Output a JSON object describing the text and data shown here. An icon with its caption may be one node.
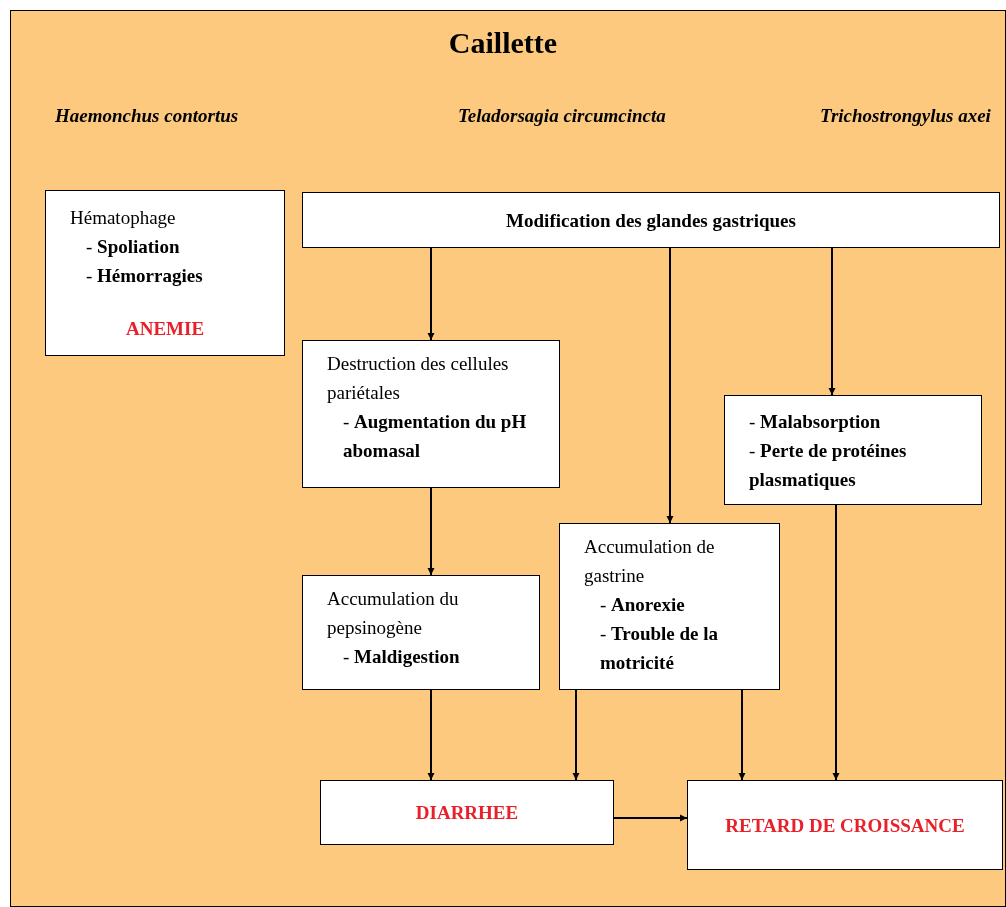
{
  "diagram": {
    "title": "Caillette",
    "nodes": [
      {
        "text": [
          "Hématophage",
          "- **Spoliation**",
          "- **Hémorragies**",
          "ANEMIE"
        ]
      },
      {
        "text": [
          "Modification des glandes gastriques"
        ]
      },
      {
        "text": [
          "Destruction des cellules pariétales",
          "- **Augmentation du pH abomasal**"
        ]
      },
      {
        "text": [
          "- **Malabsorption**",
          "- **Perte de protéines plasmatiques**"
        ]
      },
      {
        "text": [
          "Accumulation de gastrine",
          "- **Anorexie**",
          "- **Trouble de la motricité**"
        ]
      },
      {
        "text": [
          "Accumulation du pepsinogène",
          "- **Maldigestion**"
        ]
      },
      {
        "text": [
          "DIARRHEE"
        ]
      },
      {
        "text": [
          "RETARD DE CROISSANCE"
        ]
      }
    ],
    "edges": [
      {
        "from": 1,
        "to": 2,
        "arrow": "to"
      },
      {
        "from": 1,
        "to": 4,
        "arrow": "to"
      },
      {
        "from": 1,
        "to": 3,
        "arrow": "to"
      },
      {
        "from": 2,
        "to": 5,
        "arrow": "to"
      },
      {
        "from": 5,
        "to": 6,
        "arrow": "to"
      },
      {
        "from": 4,
        "to": 6,
        "arrow": "to"
      },
      {
        "from": 4,
        "to": 7,
        "arrow": "to"
      },
      {
        "from": 3,
        "to": 7,
        "arrow": "to"
      },
      {
        "from": 6,
        "to": 7,
        "arrow": "to"
      }
    ],
    "labels": [
      "Haemonchus contortus",
      "Teladorsagia circumcincta",
      "Trichostrongylus axei"
    ]
  }
}
